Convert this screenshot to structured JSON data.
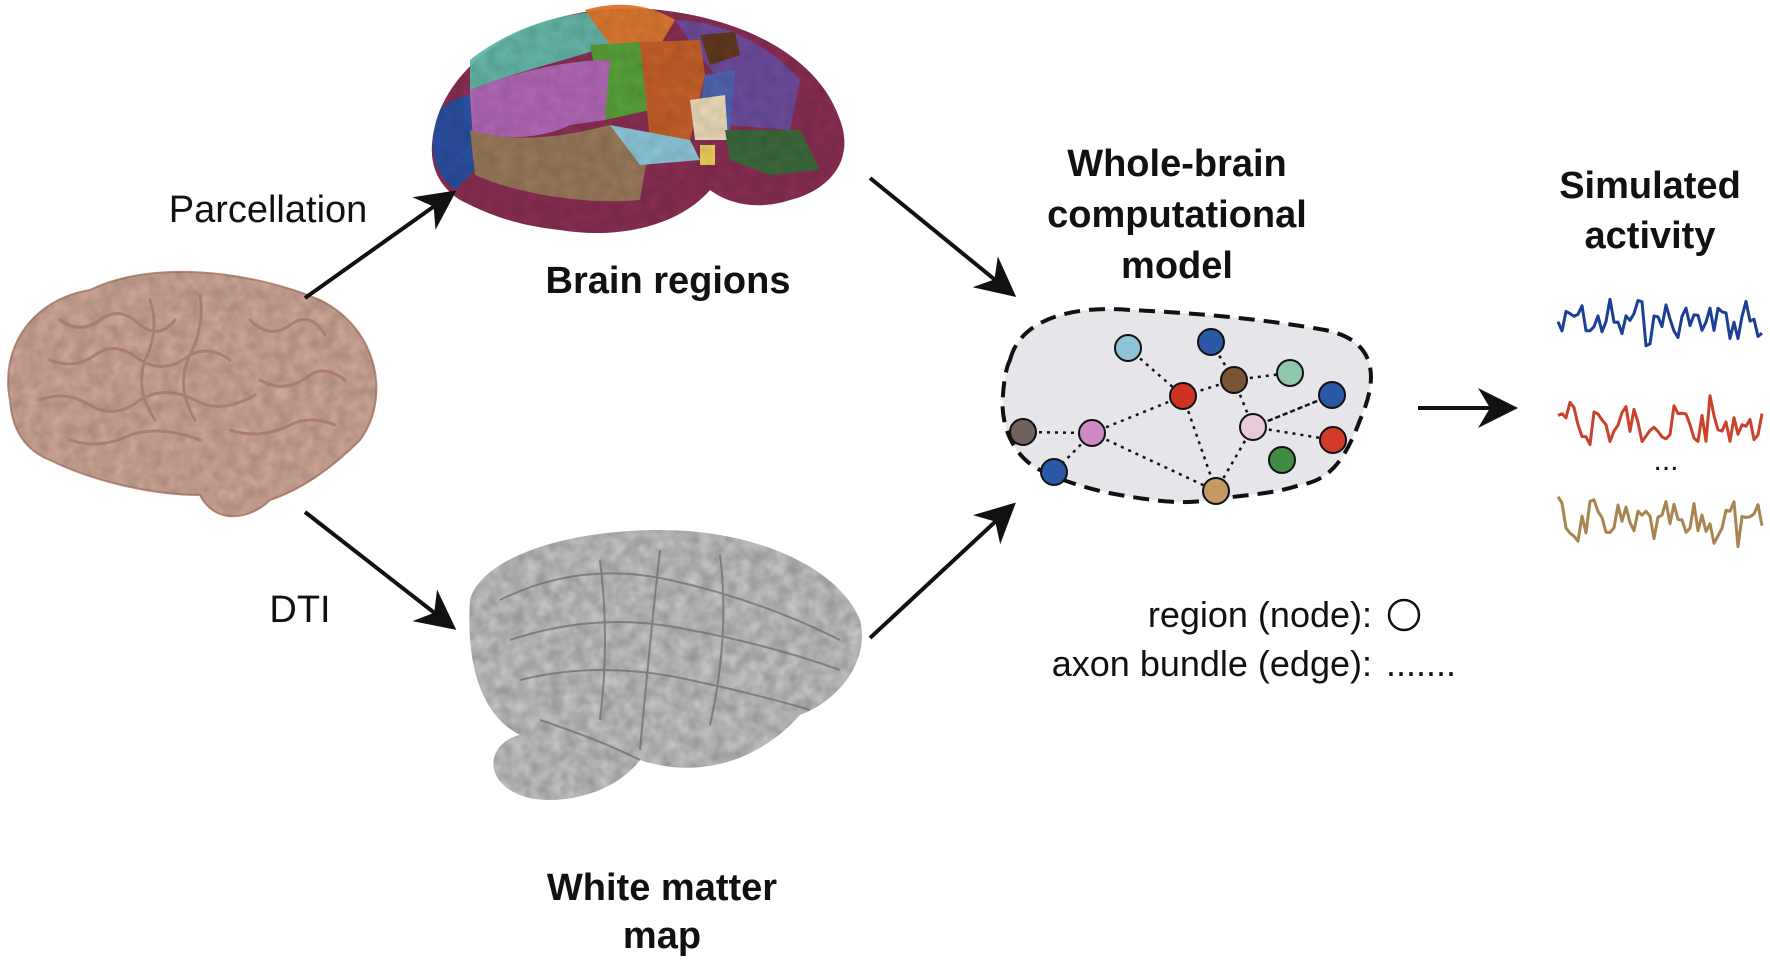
{
  "labels": {
    "parcellation": "Parcellation",
    "dti": "DTI",
    "brain_regions": "Brain regions",
    "white_matter_line1": "White matter",
    "white_matter_line2": "map",
    "model_line1": "Whole-brain",
    "model_line2": "computational",
    "model_line3": "model",
    "simulated_line1": "Simulated",
    "simulated_line2": "activity",
    "legend_node": "region (node):",
    "legend_edge": "axon bundle (edge):",
    "legend_edge_symbol": ".......",
    "ellipsis": "..."
  },
  "network": {
    "nodes": [
      {
        "id": "n1",
        "color": "#8ec3d6"
      },
      {
        "id": "n2",
        "color": "#2a57a6"
      },
      {
        "id": "n3",
        "color": "#7a5234"
      },
      {
        "id": "n4",
        "color": "#8fc7ad"
      },
      {
        "id": "n5",
        "color": "#cc3322"
      },
      {
        "id": "n6",
        "color": "#2a57a6"
      },
      {
        "id": "n7",
        "color": "#6f625e"
      },
      {
        "id": "n8",
        "color": "#cc8ac4"
      },
      {
        "id": "n9",
        "color": "#e7c9d8"
      },
      {
        "id": "n10",
        "color": "#d33a28"
      },
      {
        "id": "n11",
        "color": "#2a57a6"
      },
      {
        "id": "n12",
        "color": "#3f8c42"
      },
      {
        "id": "n13",
        "color": "#c49a62"
      }
    ],
    "edges": [
      [
        "n1",
        "n5"
      ],
      [
        "n2",
        "n3"
      ],
      [
        "n3",
        "n4"
      ],
      [
        "n3",
        "n5"
      ],
      [
        "n5",
        "n8"
      ],
      [
        "n7",
        "n8"
      ],
      [
        "n8",
        "n11"
      ],
      [
        "n8",
        "n13"
      ],
      [
        "n5",
        "n13"
      ],
      [
        "n9",
        "n13"
      ],
      [
        "n9",
        "n6"
      ],
      [
        "n9",
        "n10"
      ],
      [
        "n3",
        "n9"
      ],
      [
        "n6",
        "n9"
      ]
    ]
  },
  "traces": [
    {
      "name": "trace-blue",
      "color": "#1b3f93"
    },
    {
      "name": "trace-red",
      "color": "#c9432a"
    },
    {
      "name": "trace-tan",
      "color": "#a68550"
    }
  ],
  "brain_region_colors": [
    "#67b9ac",
    "#6f4d9f",
    "#e07a32",
    "#5aa43b",
    "#c8622a",
    "#5267b6",
    "#643a1f",
    "#b469b8",
    "#2c52a5",
    "#9a7b5a",
    "#91cbe0",
    "#efe0bd",
    "#3d6b3c",
    "#f2d35e",
    "#8b2f55"
  ],
  "colors": {
    "arrow": "#111111",
    "model_fill": "#e6e6ea",
    "brain_pink": "#d9b2a0",
    "white_matter": "#9a9a9a"
  }
}
